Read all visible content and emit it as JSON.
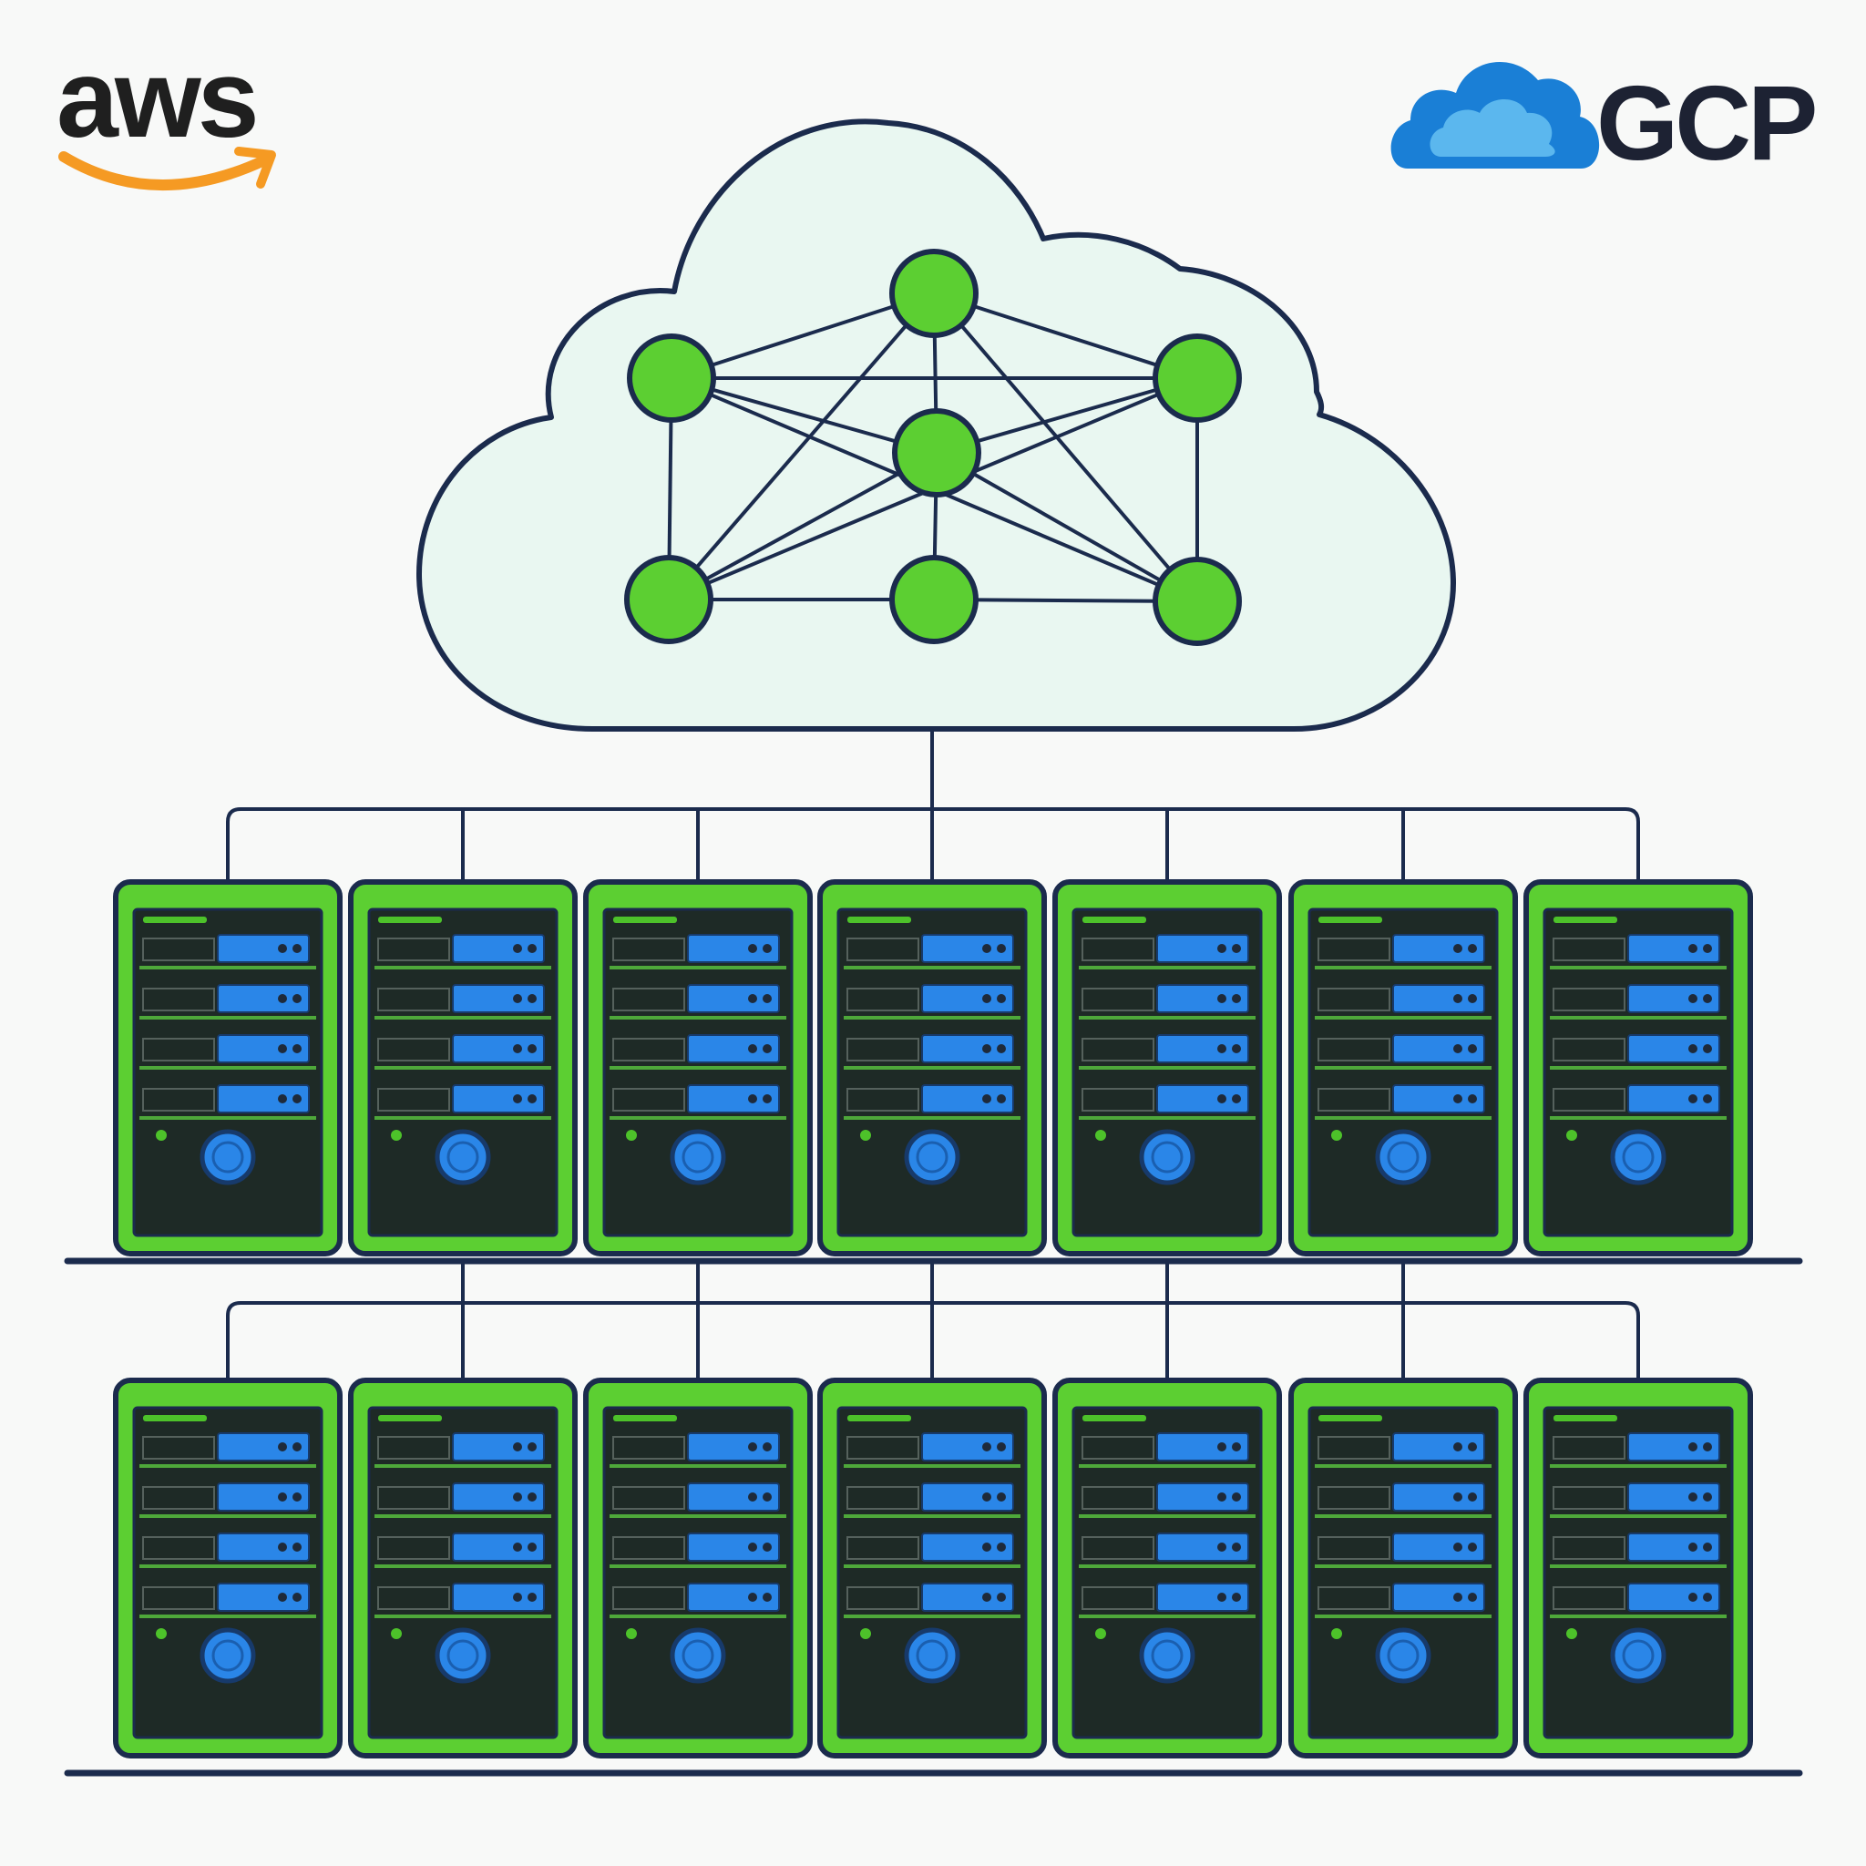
{
  "logos": {
    "aws": {
      "label": "aws",
      "text_color": "#1f1f1f",
      "smile_color": "#f59a23"
    },
    "gcp": {
      "label": "GCP",
      "text_color": "#1d2233",
      "cloud_dark": "#1a7fd6",
      "cloud_light": "#5bb7ee"
    }
  },
  "colors": {
    "outline": "#1b2b4d",
    "cloud_fill": "#e9f7f1",
    "node_fill": "#5ccf32",
    "server_frame": "#5ccf32",
    "server_body": "#1e2a26",
    "drive_blue": "#2a86e8",
    "bay_line": "#4ea83a",
    "power_led": "#4dc22a"
  },
  "cloud": {
    "icon": "cloud-icon",
    "network_icon": "neural-network-icon",
    "nodes": 7
  },
  "server_racks": [
    {
      "row": "top",
      "servers": 7
    },
    {
      "row": "bottom",
      "servers": 7
    }
  ]
}
